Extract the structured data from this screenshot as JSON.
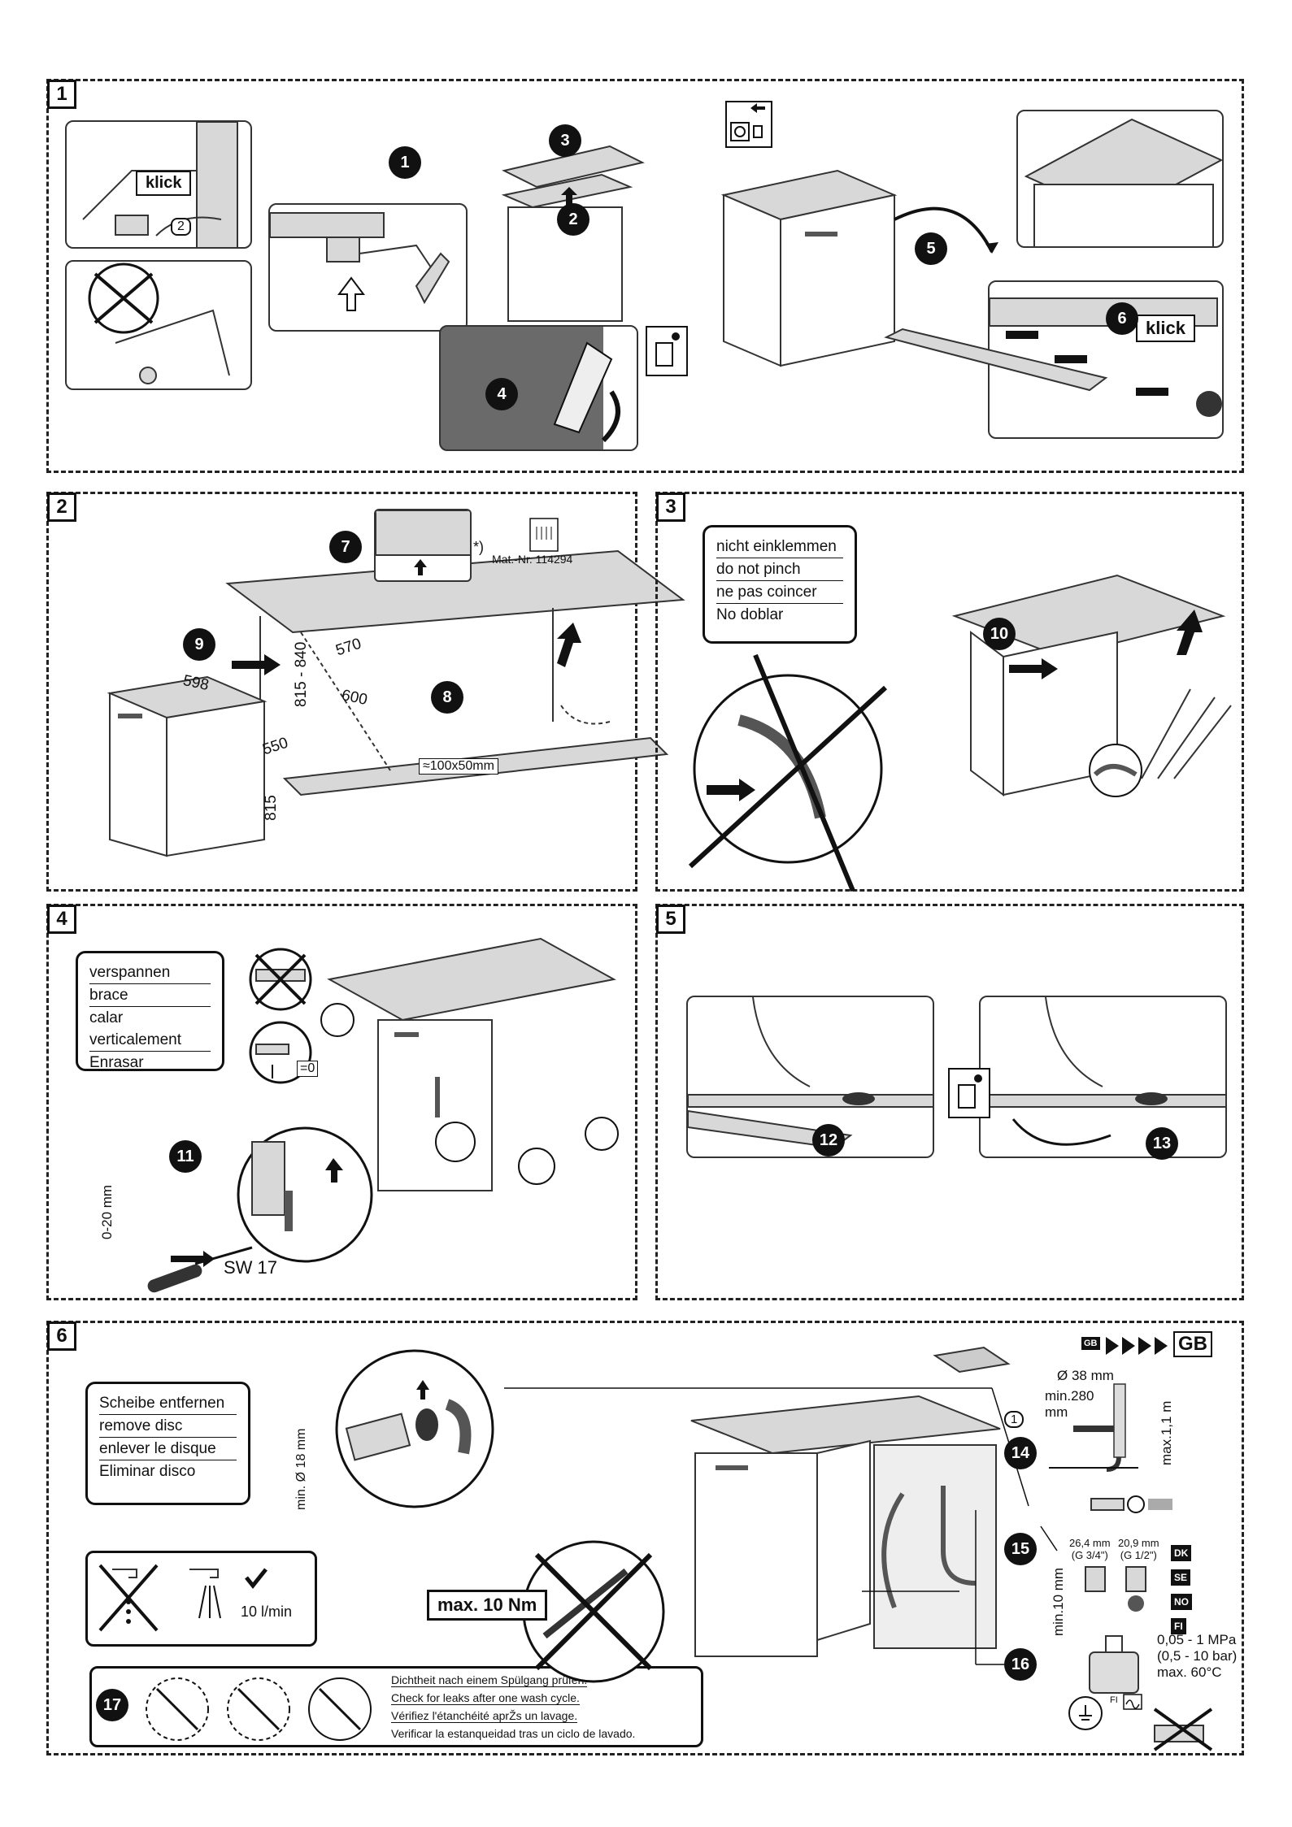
{
  "panels": [
    {
      "number": "1"
    },
    {
      "number": "2"
    },
    {
      "number": "3"
    },
    {
      "number": "4"
    },
    {
      "number": "5"
    },
    {
      "number": "6"
    }
  ],
  "step_markers": [
    "1",
    "2",
    "3",
    "4",
    "5",
    "6",
    "7",
    "8",
    "9",
    "10",
    "11",
    "12",
    "13",
    "14",
    "15",
    "16",
    "17"
  ],
  "panel1": {
    "klick_1": "klick",
    "klick_2": "klick",
    "circled_2": "2"
  },
  "panel2": {
    "mat_marker": "*)",
    "mat_number": "Mat.-Nr. 114294",
    "dim_598": "598",
    "dim_550": "550",
    "dim_815": "815",
    "dim_815_840": "815 - 840",
    "dim_570": "570",
    "dim_600": "600",
    "dim_hole": "≈100x50mm"
  },
  "panel3": {
    "warning_lines": [
      "nicht einklemmen",
      "do not pinch",
      "ne pas coincer",
      "No doblar"
    ]
  },
  "panel4": {
    "instruction_lines": [
      "verspannen",
      "brace",
      "calar verticalement",
      "Enrasar"
    ],
    "equals_zero": "=0",
    "height_range": "0-20 mm",
    "wrench_size": "SW 17"
  },
  "panel6": {
    "disc_lines": [
      "Scheibe entfernen",
      "remove disc",
      "enlever le disque",
      "Eliminar disco"
    ],
    "min_diameter": "min. Ø 18 mm",
    "flow_rate": "10 l/min",
    "max_torque": "max. 10 Nm",
    "circled_1": "1",
    "gb_small": "GB",
    "gb_large": "GB",
    "pipe_diameter": "Ø 38 mm",
    "min_280": "min.280",
    "mm": "mm",
    "max_height": "max.1,1 m",
    "thread_34": "26,4 mm\n(G 3/4\")",
    "thread_12": "20,9 mm\n(G 1/2\")",
    "min_10mm": "min.10 mm",
    "countries": [
      "DK",
      "SE",
      "NO",
      "FI"
    ],
    "pressure_lines": [
      "0,05 - 1 MPa",
      "(0,5 - 10 bar)",
      "max. 60°C"
    ],
    "fi_label": "FI",
    "leak_lines": [
      "Dichtheit nach einem Spülgang prüfen.",
      "Check for leaks after one wash cycle.",
      "Vérifiez l'étanchéité aprŽs un lavage.",
      "Verificar la estanqueidad tras un ciclo de lavado."
    ]
  },
  "colors": {
    "ink": "#111111",
    "gray": "#d8d8d8",
    "dark_panel": "#6a6a6a"
  }
}
